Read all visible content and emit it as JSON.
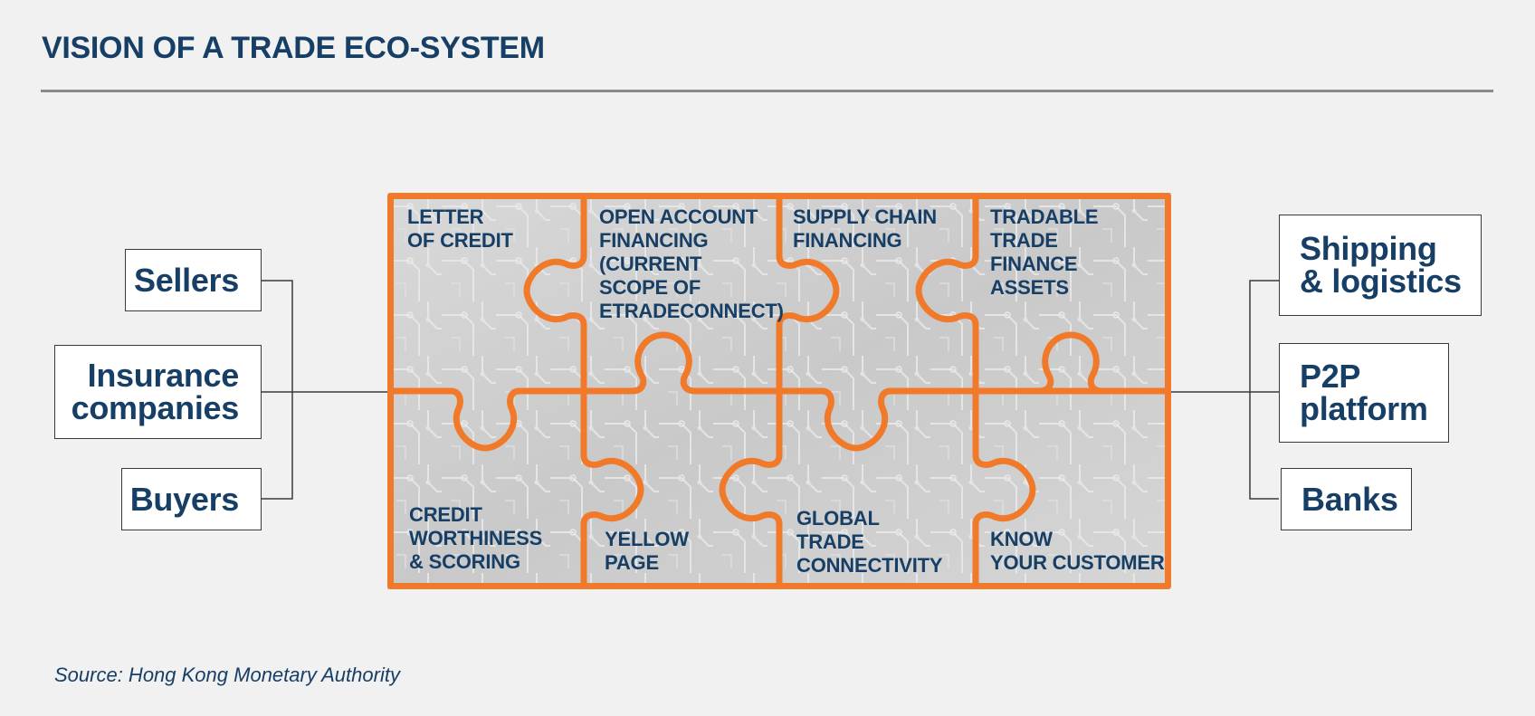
{
  "header": {
    "title": "VISION OF A TRADE ECO-SYSTEM"
  },
  "left_participants": [
    {
      "label": "Sellers"
    },
    {
      "label": "Insurance\ncompanies"
    },
    {
      "label": "Buyers"
    }
  ],
  "right_participants": [
    {
      "label": "Shipping\n& logistics"
    },
    {
      "label": "P2P\nplatform"
    },
    {
      "label": "Banks"
    }
  ],
  "puzzle": {
    "top_row": [
      {
        "label": "LETTER\nOF CREDIT"
      },
      {
        "label": "OPEN ACCOUNT\nFINANCING\n(CURRENT\nSCOPE OF\nETRADECONNECT)"
      },
      {
        "label": "SUPPLY CHAIN\nFINANCING"
      },
      {
        "label": "TRADABLE\nTRADE\nFINANCE\nASSETS"
      }
    ],
    "bottom_row": [
      {
        "label": "CREDIT\nWORTHINESS\n& SCORING"
      },
      {
        "label": "YELLOW\nPAGE"
      },
      {
        "label": "GLOBAL\nTRADE\n CONNECTIVITY"
      },
      {
        "label": "KNOW\nYOUR CUSTOMER"
      }
    ]
  },
  "footer": {
    "source": "Source: Hong Kong Monetary Authority"
  },
  "colors": {
    "text": "#173f66",
    "accent": "#f07a2a",
    "background": "#f1f1f1",
    "rule": "#8a8a8a"
  }
}
